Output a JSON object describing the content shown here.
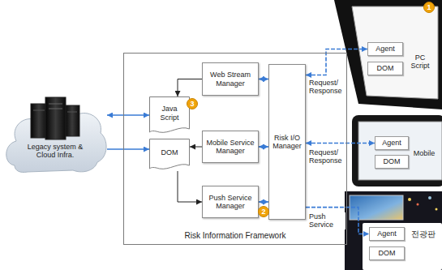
{
  "diagram": {
    "nodes": [
      {
        "text": [
          "Legacy system & Cloud Infra."
        ]
      },
      {
        "text": [
          "Risk Information Framework"
        ]
      },
      {
        "text": [
          "Java Script"
        ],
        "in": 1
      },
      {
        "text": [
          "DOM"
        ],
        "in": 1
      },
      {
        "text": [
          "Web Stream Manager"
        ],
        "in": 1
      },
      {
        "text": [
          "Mobile Service Manager"
        ],
        "in": 1
      },
      {
        "text": [
          "Push Service Manager"
        ],
        "in": 1
      },
      {
        "text": [
          "Risk I/O Manager"
        ],
        "in": 1
      },
      {
        "text": [
          "PC Script"
        ]
      },
      {
        "text": [
          "Agent"
        ],
        "in": 8
      },
      {
        "text": [
          "DOM"
        ],
        "in": 8
      },
      {
        "text": [
          "Mobile"
        ]
      },
      {
        "text": [
          "Agent"
        ],
        "in": 11
      },
      {
        "text": [
          "DOM"
        ],
        "in": 11
      },
      {
        "text": [
          "전광판"
        ]
      },
      {
        "text": [
          "Agent"
        ],
        "in": 14
      },
      {
        "text": [
          "DOM"
        ],
        "in": 14
      }
    ],
    "edges": [
      {
        "from": 0,
        "to": 2,
        "arrow": "both"
      },
      {
        "from": 0,
        "to": 3,
        "arrow": "to"
      },
      {
        "from": 4,
        "to": 2,
        "arrow": "to"
      },
      {
        "from": 5,
        "to": 3,
        "arrow": "to"
      },
      {
        "from": 3,
        "to": 6,
        "arrow": "to"
      },
      {
        "from": 4,
        "to": 7,
        "arrow": "both"
      },
      {
        "from": 5,
        "to": 7,
        "arrow": "both"
      },
      {
        "from": 6,
        "to": 7,
        "arrow": "both"
      },
      {
        "from": 7,
        "to": 9,
        "label": "Request/ Response",
        "arrow": "both"
      },
      {
        "from": 7,
        "to": 12,
        "label": "Request/ Response",
        "arrow": "both"
      },
      {
        "from": 7,
        "to": 15,
        "label": "Push Service",
        "arrow": "to"
      }
    ],
    "labels": [
      "1",
      "3",
      "2"
    ]
  }
}
